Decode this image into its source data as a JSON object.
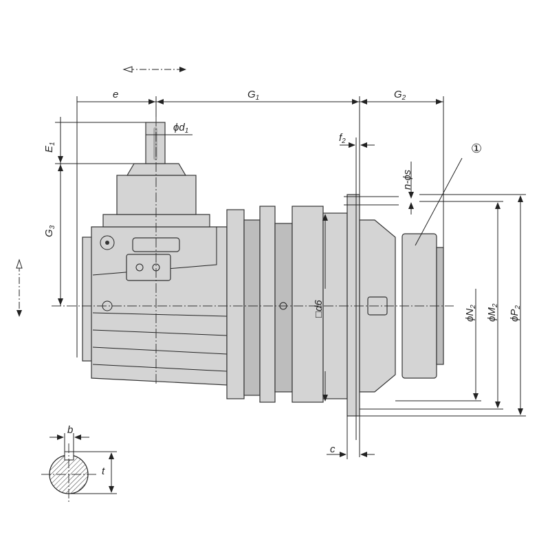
{
  "dimensions": {
    "e": "e",
    "g1": {
      "main": "G",
      "sub": "1"
    },
    "g2": {
      "main": "G",
      "sub": "2"
    },
    "g3": {
      "main": "G",
      "sub": "3"
    },
    "e1": {
      "main": "E",
      "sub": "1"
    },
    "d1": {
      "main": "ϕd",
      "sub": "1"
    },
    "f2": {
      "main": "f",
      "sub": "2"
    },
    "ns": "n-ϕs",
    "d6": "□d6",
    "n2": {
      "main": "ϕN",
      "sub": "2"
    },
    "m2": {
      "main": "ϕM",
      "sub": "2"
    },
    "p2": {
      "main": "ϕP",
      "sub": "2"
    },
    "c": "c",
    "b": "b",
    "t": "t"
  },
  "callout": "①",
  "colors": {
    "body": "#d4d4d4",
    "line": "#222222"
  }
}
